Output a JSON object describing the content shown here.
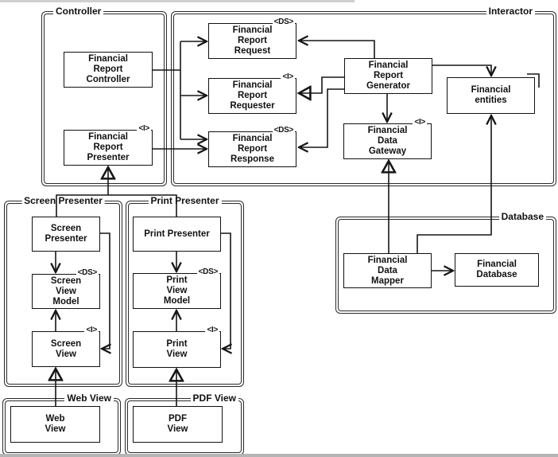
{
  "diagram": {
    "type": "uml-component-diagram",
    "line_color": "#161616",
    "background_color": "#ffffff",
    "groups": {
      "controller": {
        "label": "Controller"
      },
      "interactor": {
        "label": "Interactor"
      },
      "screen_presenter": {
        "label": "Screen Presenter"
      },
      "print_presenter": {
        "label": "Print Presenter"
      },
      "database": {
        "label": "Database"
      },
      "web_view": {
        "label": "Web View"
      },
      "pdf_view": {
        "label": "PDF View"
      }
    },
    "nodes": {
      "financial_report_controller": {
        "label": "Financial\nReport\nController"
      },
      "financial_report_presenter": {
        "label": "Financial\nReport\nPresenter",
        "stereotype": "<I>"
      },
      "financial_report_request": {
        "label": "Financial\nReport\nRequest",
        "stereotype": "<DS>"
      },
      "financial_report_requester": {
        "label": "Financial\nReport\nRequester",
        "stereotype": "<I>"
      },
      "financial_report_response": {
        "label": "Financial\nReport\nResponse",
        "stereotype": "<DS>"
      },
      "financial_report_generator": {
        "label": "Financial\nReport\nGenerator"
      },
      "financial_data_gateway": {
        "label": "Financial\nData\nGateway",
        "stereotype": "<I>"
      },
      "financial_entities": {
        "label": "Financial\nentities"
      },
      "screen_presenter": {
        "label": "Screen\nPresenter"
      },
      "screen_view_model": {
        "label": "Screen\nView\nModel",
        "stereotype": "<DS>"
      },
      "screen_view": {
        "label": "Screen\nView",
        "stereotype": "<I>"
      },
      "print_presenter": {
        "label": "Print Presenter"
      },
      "print_view_model": {
        "label": "Print\nView\nModel",
        "stereotype": "<DS>"
      },
      "print_view": {
        "label": "Print\nView",
        "stereotype": "<I>"
      },
      "financial_data_mapper": {
        "label": "Financial\nData\nMapper"
      },
      "financial_database": {
        "label": "Financial\nDatabase"
      },
      "web_view": {
        "label": "Web\nView"
      },
      "pdf_view": {
        "label": "PDF\nView"
      }
    }
  }
}
